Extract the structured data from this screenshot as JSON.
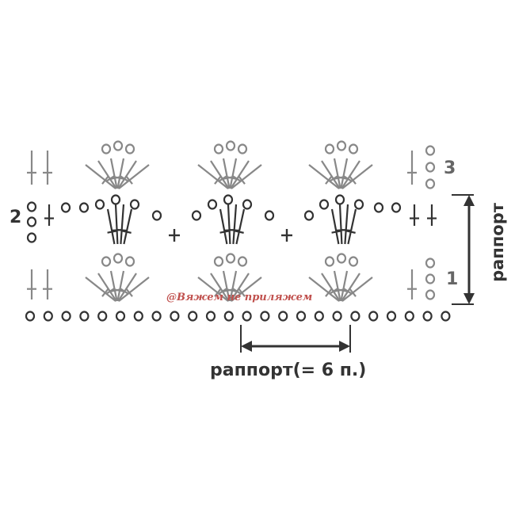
{
  "row_labels": {
    "row1": "1",
    "row2": "2",
    "row3": "3"
  },
  "rapport_horizontal": "раппорт(= 6 п.)",
  "rapport_vertical": "раппорт",
  "watermark": "@Вяжем не приляжем"
}
